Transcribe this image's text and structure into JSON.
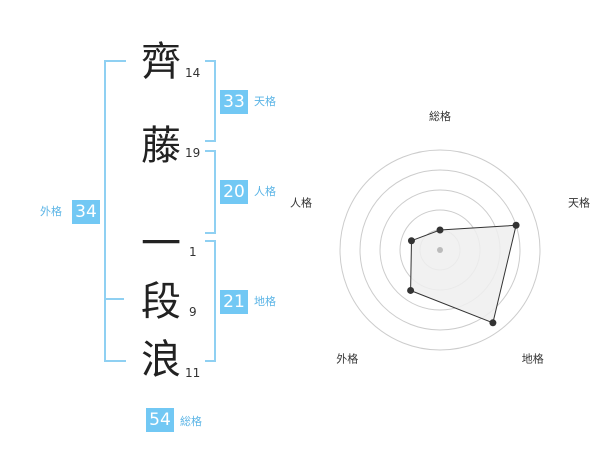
{
  "name": {
    "chars": [
      {
        "char": "齊",
        "strokes": "14"
      },
      {
        "char": "藤",
        "strokes": "19"
      },
      {
        "char": "一",
        "strokes": "1"
      },
      {
        "char": "段",
        "strokes": "9"
      },
      {
        "char": "浪",
        "strokes": "11"
      }
    ]
  },
  "kaku": {
    "tenkaku": {
      "value": "33",
      "label": "天格"
    },
    "jinkaku": {
      "value": "20",
      "label": "人格"
    },
    "chikaku": {
      "value": "21",
      "label": "地格"
    },
    "gaikaku": {
      "value": "34",
      "label": "外格"
    },
    "soukaku": {
      "value": "54",
      "label": "総格"
    }
  },
  "colors": {
    "accent": "#72c8f4",
    "bracket": "#8fd0f2",
    "polygon_fill": "#efefef"
  },
  "chart_data": {
    "type": "radar",
    "axes": [
      "総格",
      "天格",
      "地格",
      "外格",
      "人格"
    ],
    "values": [
      0.2,
      0.8,
      0.9,
      0.5,
      0.3
    ],
    "rings": 5
  }
}
